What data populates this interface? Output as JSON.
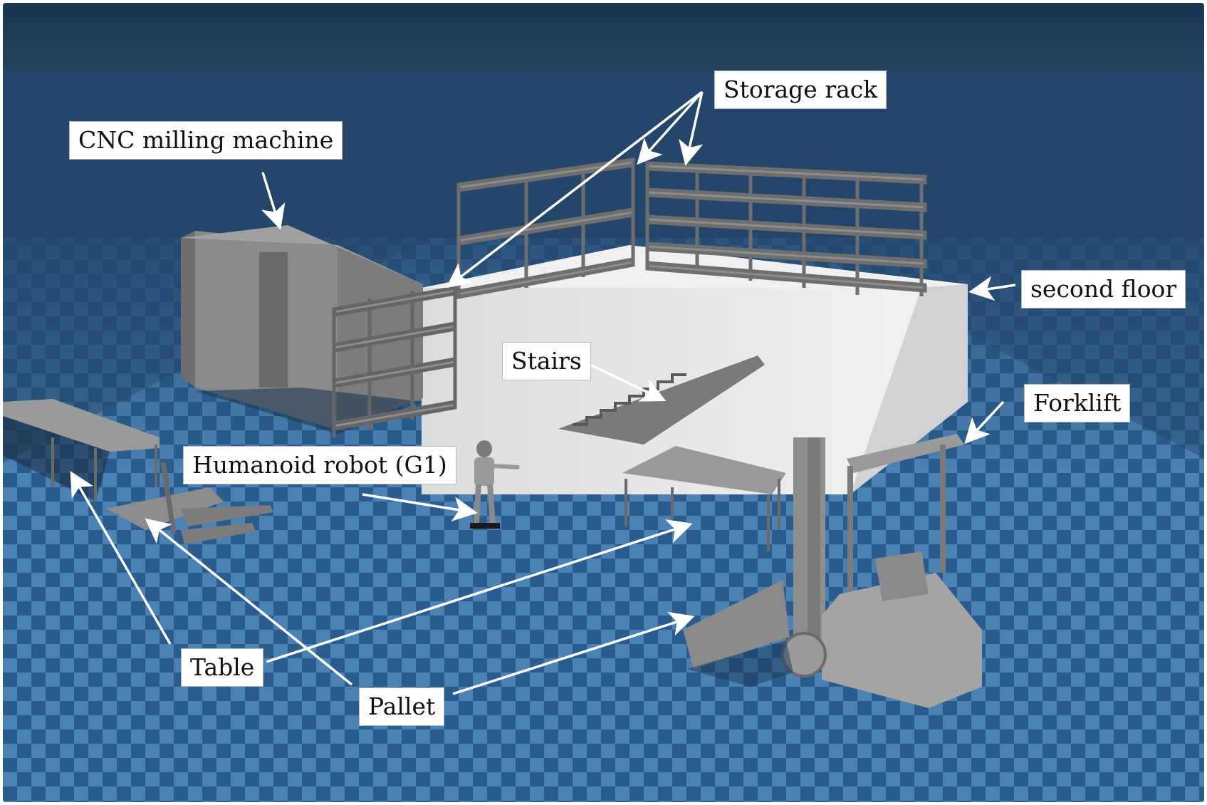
{
  "labels": {
    "storage_rack": "Storage rack",
    "cnc": "CNC milling machine",
    "second_floor": "second floor",
    "stairs": "Stairs",
    "forklift": "Forklift",
    "humanoid": "Humanoid robot (G1)",
    "table": "Table",
    "pallet": "Pallet"
  },
  "colors": {
    "sky_top": "#1c3a55",
    "sky_bottom": "#23466a",
    "floor_light": "#4b82b4",
    "floor_dark": "#1f4e7c",
    "object_gray": "#8c8c8c",
    "platform": "#e6e6e6",
    "arrow": "#ffffff"
  }
}
